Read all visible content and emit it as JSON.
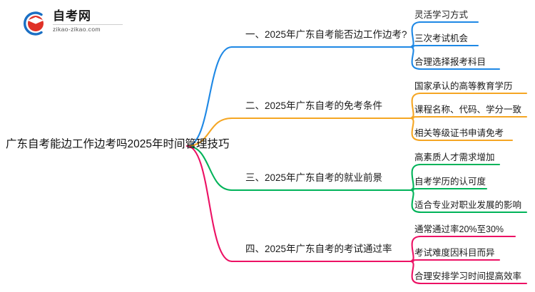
{
  "logo": {
    "name": "zikao-logo",
    "title": "自考网",
    "subtitle": "zikao-zikao.com",
    "mark_outer_color": "#1a6fc4",
    "mark_inner_color": "#e03127"
  },
  "mindmap": {
    "root": {
      "text": "广东自考能边工作边考吗2025年时间管理技巧"
    },
    "branches": [
      {
        "label": "一、2025年广东自考能否边工作边考?",
        "color": "#1e88e5",
        "leaves": [
          "灵活学习方式",
          "三次考试机会",
          "合理选择报考科目"
        ]
      },
      {
        "label": "二、2025年广东自考的免考条件",
        "color": "#f5a623",
        "leaves": [
          "国家承认的高等教育学历",
          "课程名称、代码、学分一致",
          "相关等级证书申请免考"
        ]
      },
      {
        "label": "三、2025年广东自考的就业前景",
        "color": "#00b359",
        "leaves": [
          "高素质人才需求增加",
          "自考学历的认可度",
          "适合专业对职业发展的影响"
        ]
      },
      {
        "label": "四、2025年广东自考的考试通过率",
        "color": "#ec1164",
        "leaves": [
          "通常通过率20%至30%",
          "考试难度因科目而异",
          "合理安排学习时间提高效率"
        ]
      }
    ]
  }
}
